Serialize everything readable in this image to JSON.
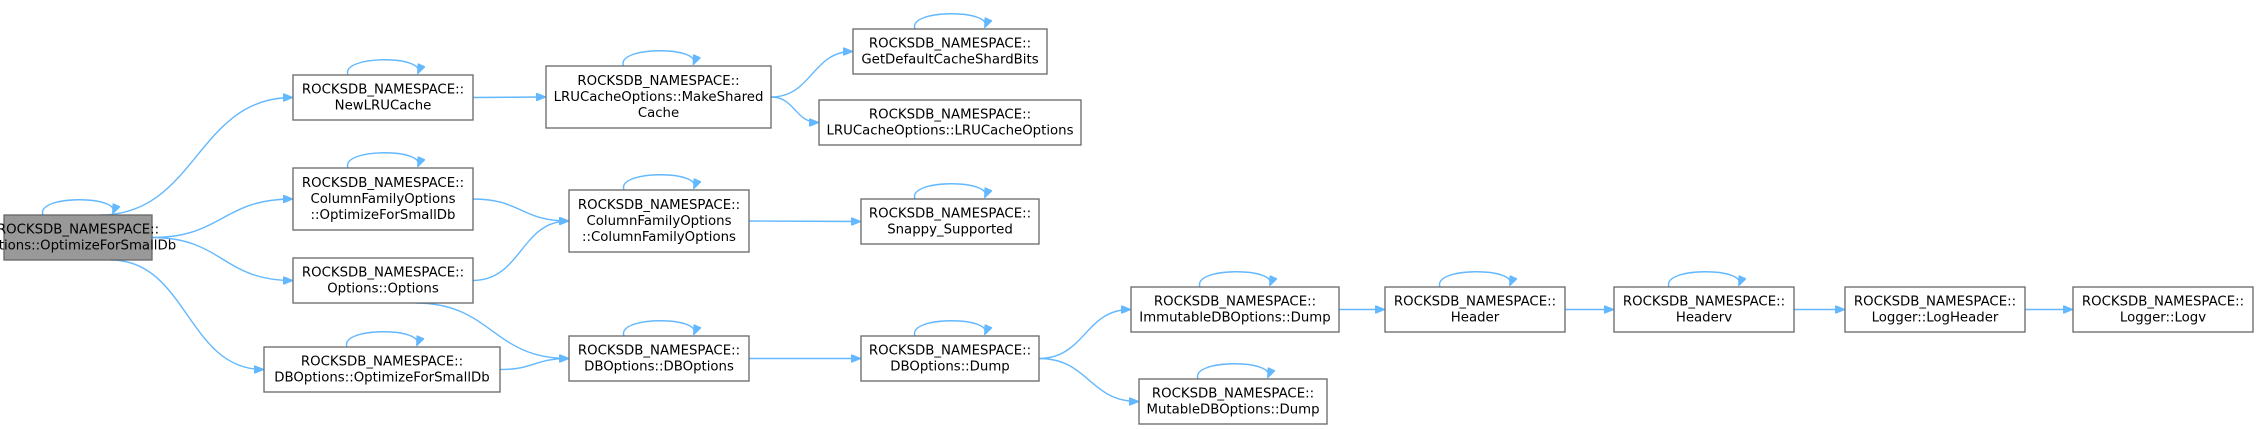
{
  "nodes": [
    {
      "id": "root",
      "lines": [
        "ROCKSDB_NAMESPACE::",
        "Options::OptimizeForSmallDb"
      ],
      "root": true,
      "self_loop": true
    },
    {
      "id": "newlru",
      "lines": [
        "ROCKSDB_NAMESPACE::",
        "NewLRUCache"
      ],
      "self_loop": true
    },
    {
      "id": "cfo_opt",
      "lines": [
        "ROCKSDB_NAMESPACE::",
        "ColumnFamilyOptions",
        "::OptimizeForSmallDb"
      ],
      "self_loop": true
    },
    {
      "id": "options",
      "lines": [
        "ROCKSDB_NAMESPACE::",
        "Options::Options"
      ],
      "self_loop": false
    },
    {
      "id": "dbo_opt",
      "lines": [
        "ROCKSDB_NAMESPACE::",
        "DBOptions::OptimizeForSmallDb"
      ],
      "self_loop": true
    },
    {
      "id": "makeshared",
      "lines": [
        "ROCKSDB_NAMESPACE::",
        "LRUCacheOptions::MakeShared",
        "Cache"
      ],
      "self_loop": true
    },
    {
      "id": "cfo_ctor",
      "lines": [
        "ROCKSDB_NAMESPACE::",
        "ColumnFamilyOptions",
        "::ColumnFamilyOptions"
      ],
      "self_loop": true
    },
    {
      "id": "dbo_ctor",
      "lines": [
        "ROCKSDB_NAMESPACE::",
        "DBOptions::DBOptions"
      ],
      "self_loop": true
    },
    {
      "id": "shardbits",
      "lines": [
        "ROCKSDB_NAMESPACE::",
        "GetDefaultCacheShardBits"
      ],
      "self_loop": true
    },
    {
      "id": "lruopts",
      "lines": [
        "ROCKSDB_NAMESPACE::",
        "LRUCacheOptions::LRUCacheOptions"
      ],
      "self_loop": false
    },
    {
      "id": "snappy",
      "lines": [
        "ROCKSDB_NAMESPACE::",
        "Snappy_Supported"
      ],
      "self_loop": true
    },
    {
      "id": "dbo_dump",
      "lines": [
        "ROCKSDB_NAMESPACE::",
        "DBOptions::Dump"
      ],
      "self_loop": true
    },
    {
      "id": "imm_dump",
      "lines": [
        "ROCKSDB_NAMESPACE::",
        "ImmutableDBOptions::Dump"
      ],
      "self_loop": true
    },
    {
      "id": "mut_dump",
      "lines": [
        "ROCKSDB_NAMESPACE::",
        "MutableDBOptions::Dump"
      ],
      "self_loop": true
    },
    {
      "id": "header",
      "lines": [
        "ROCKSDB_NAMESPACE::",
        "Header"
      ],
      "self_loop": true
    },
    {
      "id": "headerv",
      "lines": [
        "ROCKSDB_NAMESPACE::",
        "Headerv"
      ],
      "self_loop": true
    },
    {
      "id": "logheader",
      "lines": [
        "ROCKSDB_NAMESPACE::",
        "Logger::LogHeader"
      ],
      "self_loop": false
    },
    {
      "id": "logv",
      "lines": [
        "ROCKSDB_NAMESPACE::",
        "Logger::Logv"
      ],
      "self_loop": false
    }
  ],
  "edges": [
    [
      "root",
      "newlru"
    ],
    [
      "root",
      "cfo_opt"
    ],
    [
      "root",
      "options"
    ],
    [
      "root",
      "dbo_opt"
    ],
    [
      "newlru",
      "makeshared"
    ],
    [
      "makeshared",
      "shardbits"
    ],
    [
      "makeshared",
      "lruopts"
    ],
    [
      "cfo_opt",
      "cfo_ctor"
    ],
    [
      "options",
      "cfo_ctor"
    ],
    [
      "options",
      "dbo_ctor"
    ],
    [
      "dbo_opt",
      "dbo_ctor"
    ],
    [
      "cfo_ctor",
      "snappy"
    ],
    [
      "dbo_ctor",
      "dbo_dump"
    ],
    [
      "dbo_dump",
      "imm_dump"
    ],
    [
      "dbo_dump",
      "mut_dump"
    ],
    [
      "imm_dump",
      "header"
    ],
    [
      "header",
      "headerv"
    ],
    [
      "headerv",
      "logheader"
    ],
    [
      "logheader",
      "logv"
    ]
  ],
  "colors": {
    "edge": "#63b8ff",
    "root_fill": "#999999",
    "node_fill": "#ffffff",
    "border": "#666666"
  }
}
